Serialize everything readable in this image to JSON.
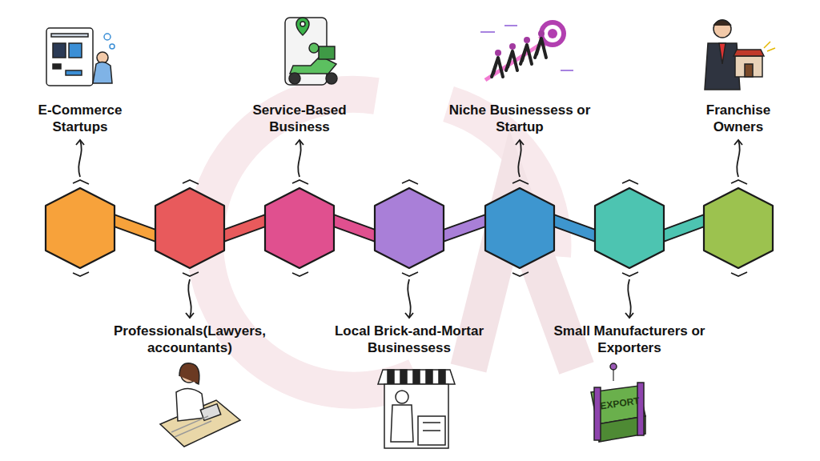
{
  "diagram": {
    "nodes": [
      {
        "text": [
          "E-Commerce Startups"
        ]
      },
      {
        "text": [
          "Professionals(Lawyers, accountants)"
        ]
      },
      {
        "text": [
          "Service-Based Business"
        ]
      },
      {
        "text": [
          "Local Brick-and-Mortar Businessess"
        ]
      },
      {
        "text": [
          "Niche Businessess or Startup"
        ]
      },
      {
        "text": [
          "Small Manufacturers or Exporters"
        ]
      },
      {
        "text": [
          "Franchise Owners"
        ]
      }
    ],
    "edges": [
      {
        "from": 0,
        "to": 1,
        "arrow": "none"
      },
      {
        "from": 1,
        "to": 2,
        "arrow": "none"
      },
      {
        "from": 2,
        "to": 3,
        "arrow": "none"
      },
      {
        "from": 3,
        "to": 4,
        "arrow": "none"
      },
      {
        "from": 4,
        "to": 5,
        "arrow": "none"
      },
      {
        "from": 5,
        "to": 6,
        "arrow": "none"
      }
    ],
    "labels": [
      "EXPORT"
    ]
  }
}
